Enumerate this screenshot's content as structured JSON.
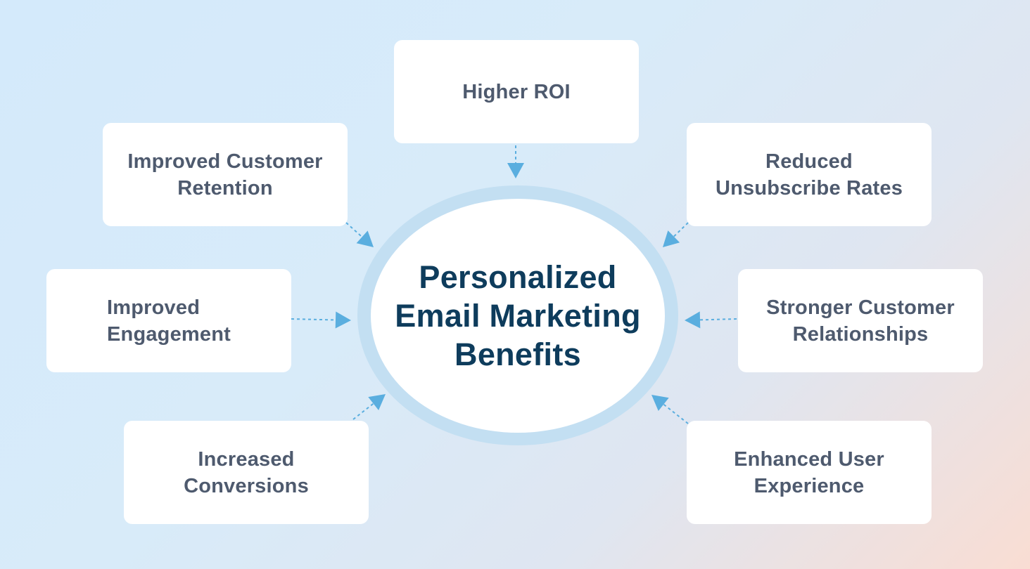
{
  "diagram": {
    "center_title": "Personalized\nEmail Marketing\nBenefits",
    "benefits": [
      {
        "id": "higher-roi",
        "label": "Higher ROI"
      },
      {
        "id": "improved-customer-retention",
        "label": "Improved Customer\nRetention"
      },
      {
        "id": "reduced-unsubscribe-rates",
        "label": "Reduced\nUnsubscribe Rates"
      },
      {
        "id": "improved-engagement",
        "label": "Improved\nEngagement"
      },
      {
        "id": "stronger-customer-relationships",
        "label": "Stronger Customer\nRelationships"
      },
      {
        "id": "increased-conversions",
        "label": "Increased\nConversions"
      },
      {
        "id": "enhanced-user-experience",
        "label": "Enhanced User\nExperience"
      }
    ],
    "colors": {
      "background_start": "#d4eafb",
      "background_end": "#f9ddd3",
      "card": "#ffffff",
      "card_text": "#4e5a6e",
      "hub_ring": "#c3dff2",
      "hub_text": "#0e3c5c",
      "arrow": "#5aaedf"
    }
  }
}
